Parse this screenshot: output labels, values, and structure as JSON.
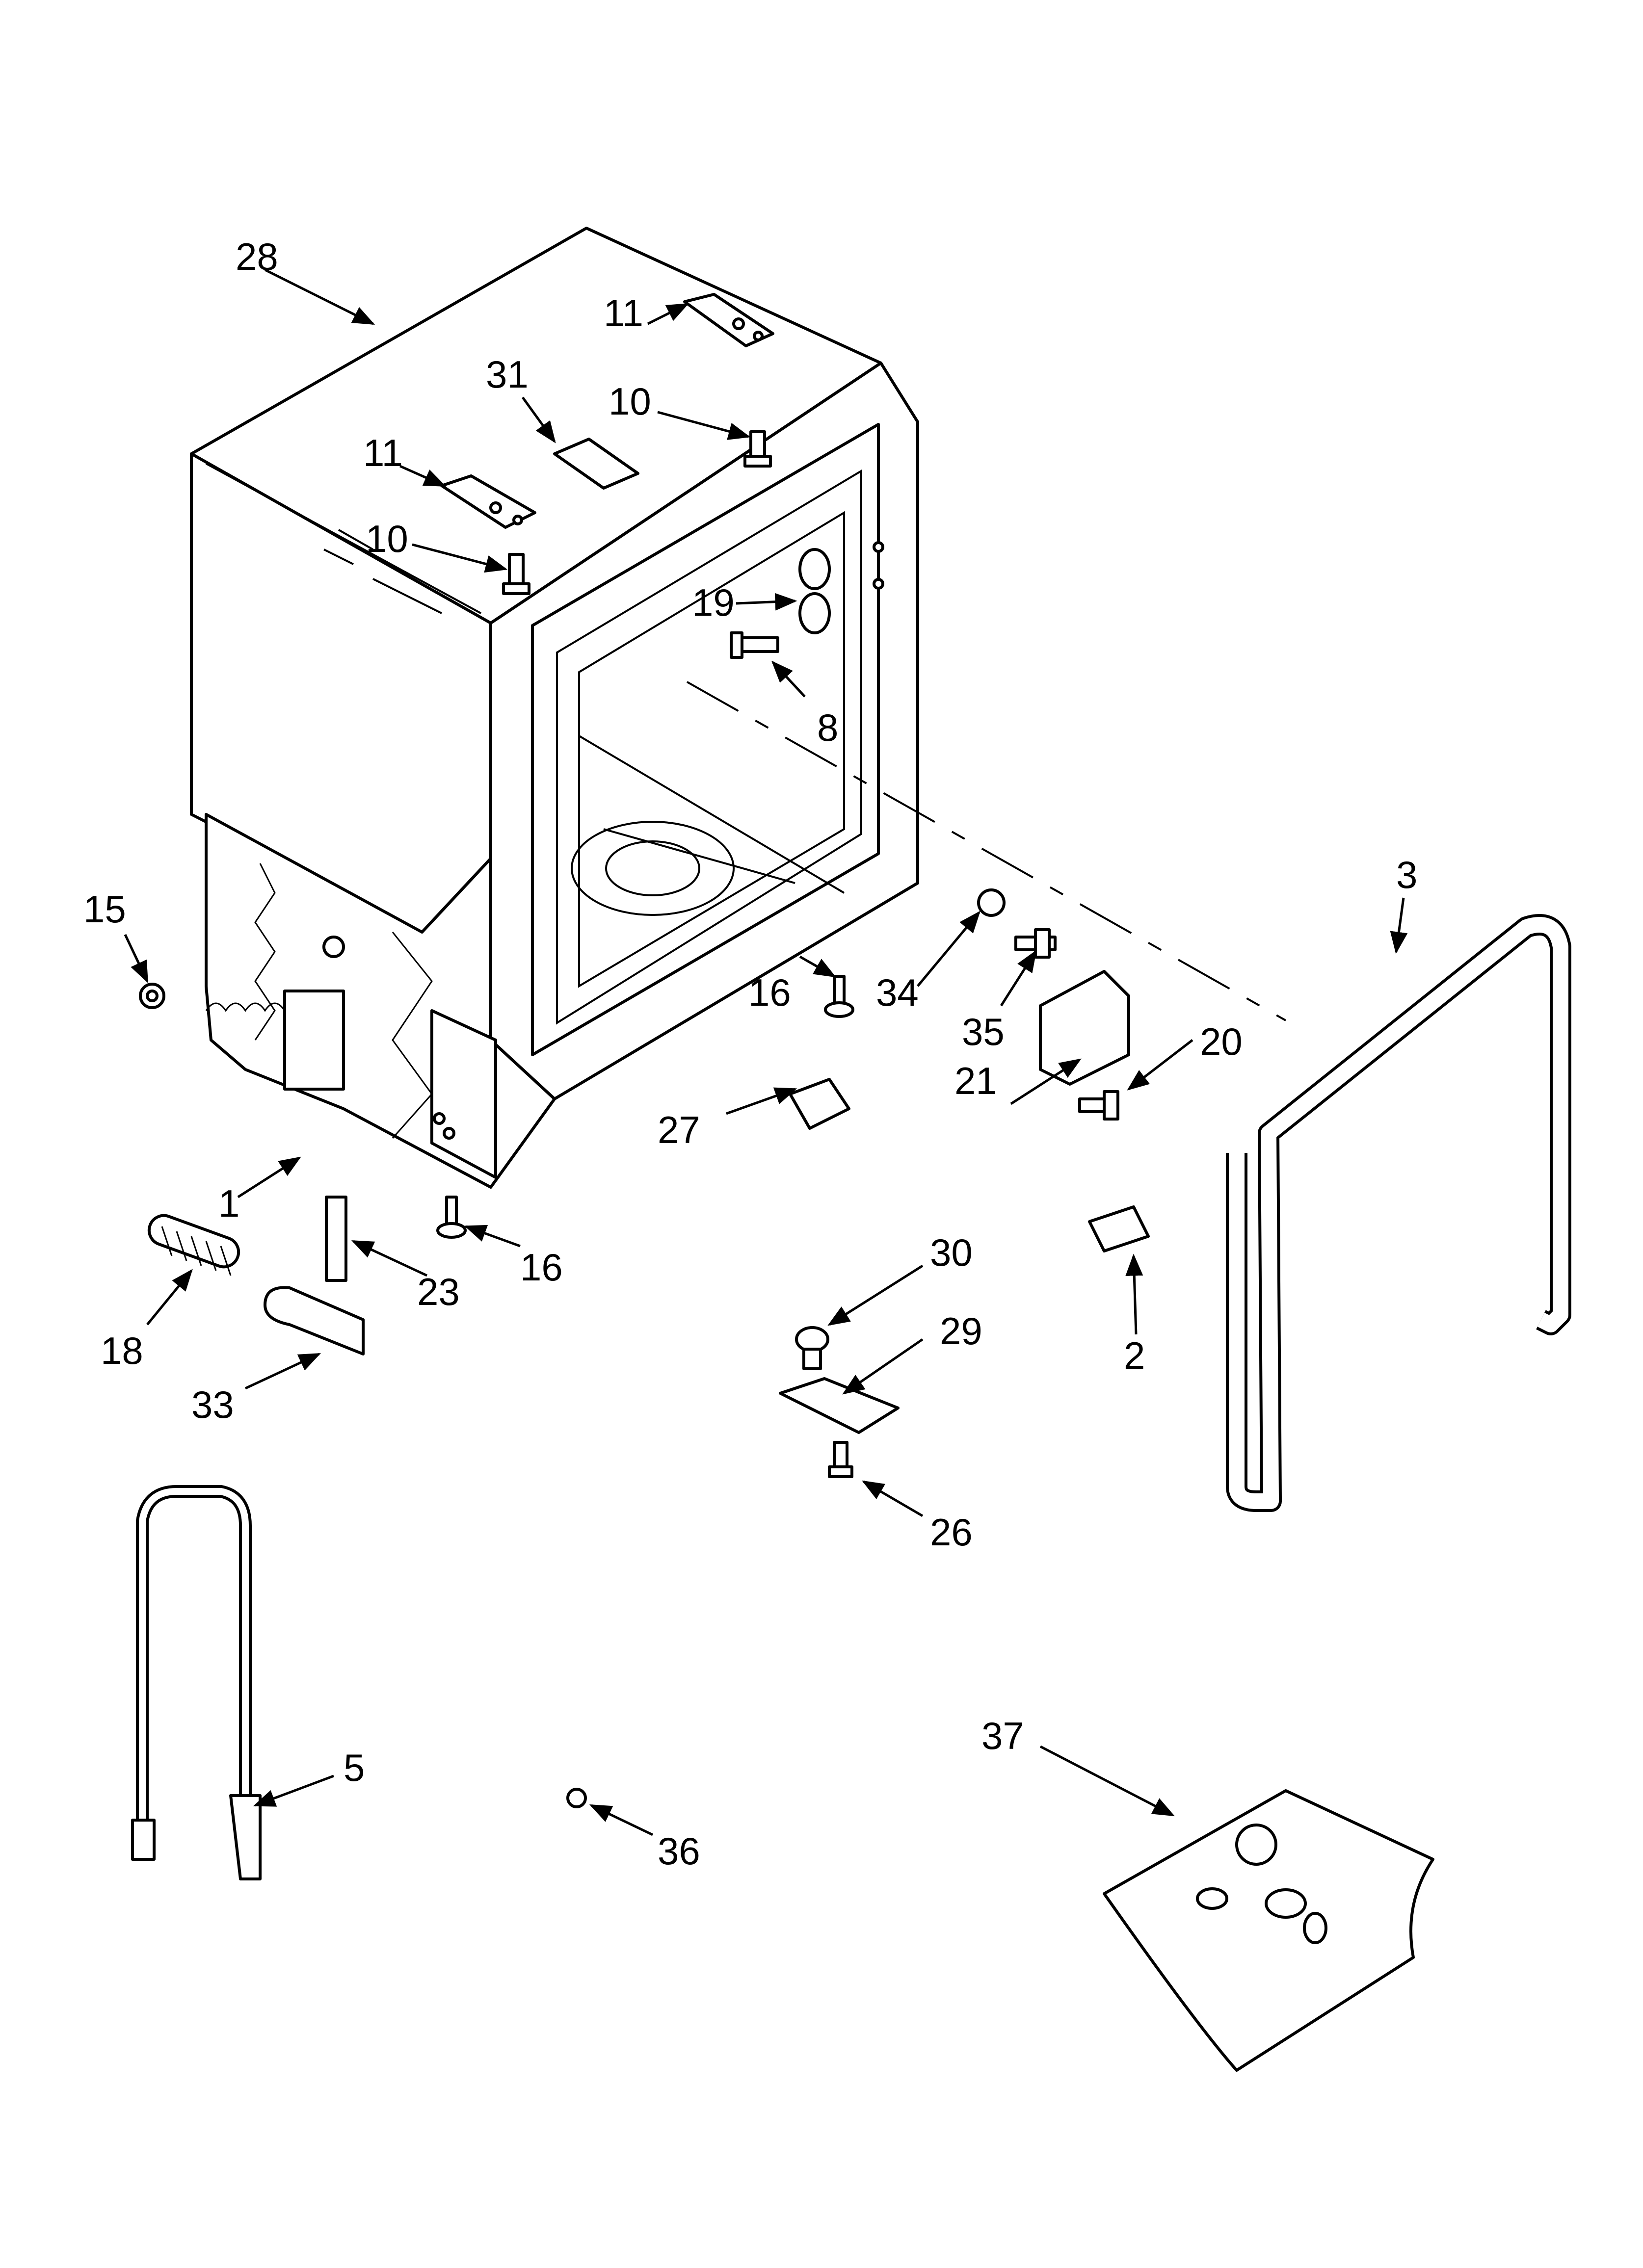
{
  "callouts": {
    "c28": "28",
    "c11a": "11",
    "c31": "31",
    "c10a": "10",
    "c11b": "11",
    "c10b": "10",
    "c19": "19",
    "c8": "8",
    "c3": "3",
    "c15": "15",
    "c16a": "16",
    "c34": "34",
    "c35": "35",
    "c20": "20",
    "c21": "21",
    "c27": "27",
    "c1": "1",
    "c16b": "16",
    "c23": "23",
    "c30": "30",
    "c2": "2",
    "c18": "18",
    "c29": "29",
    "c33": "33",
    "c26": "26",
    "c37": "37",
    "c5": "5",
    "c36": "36"
  }
}
